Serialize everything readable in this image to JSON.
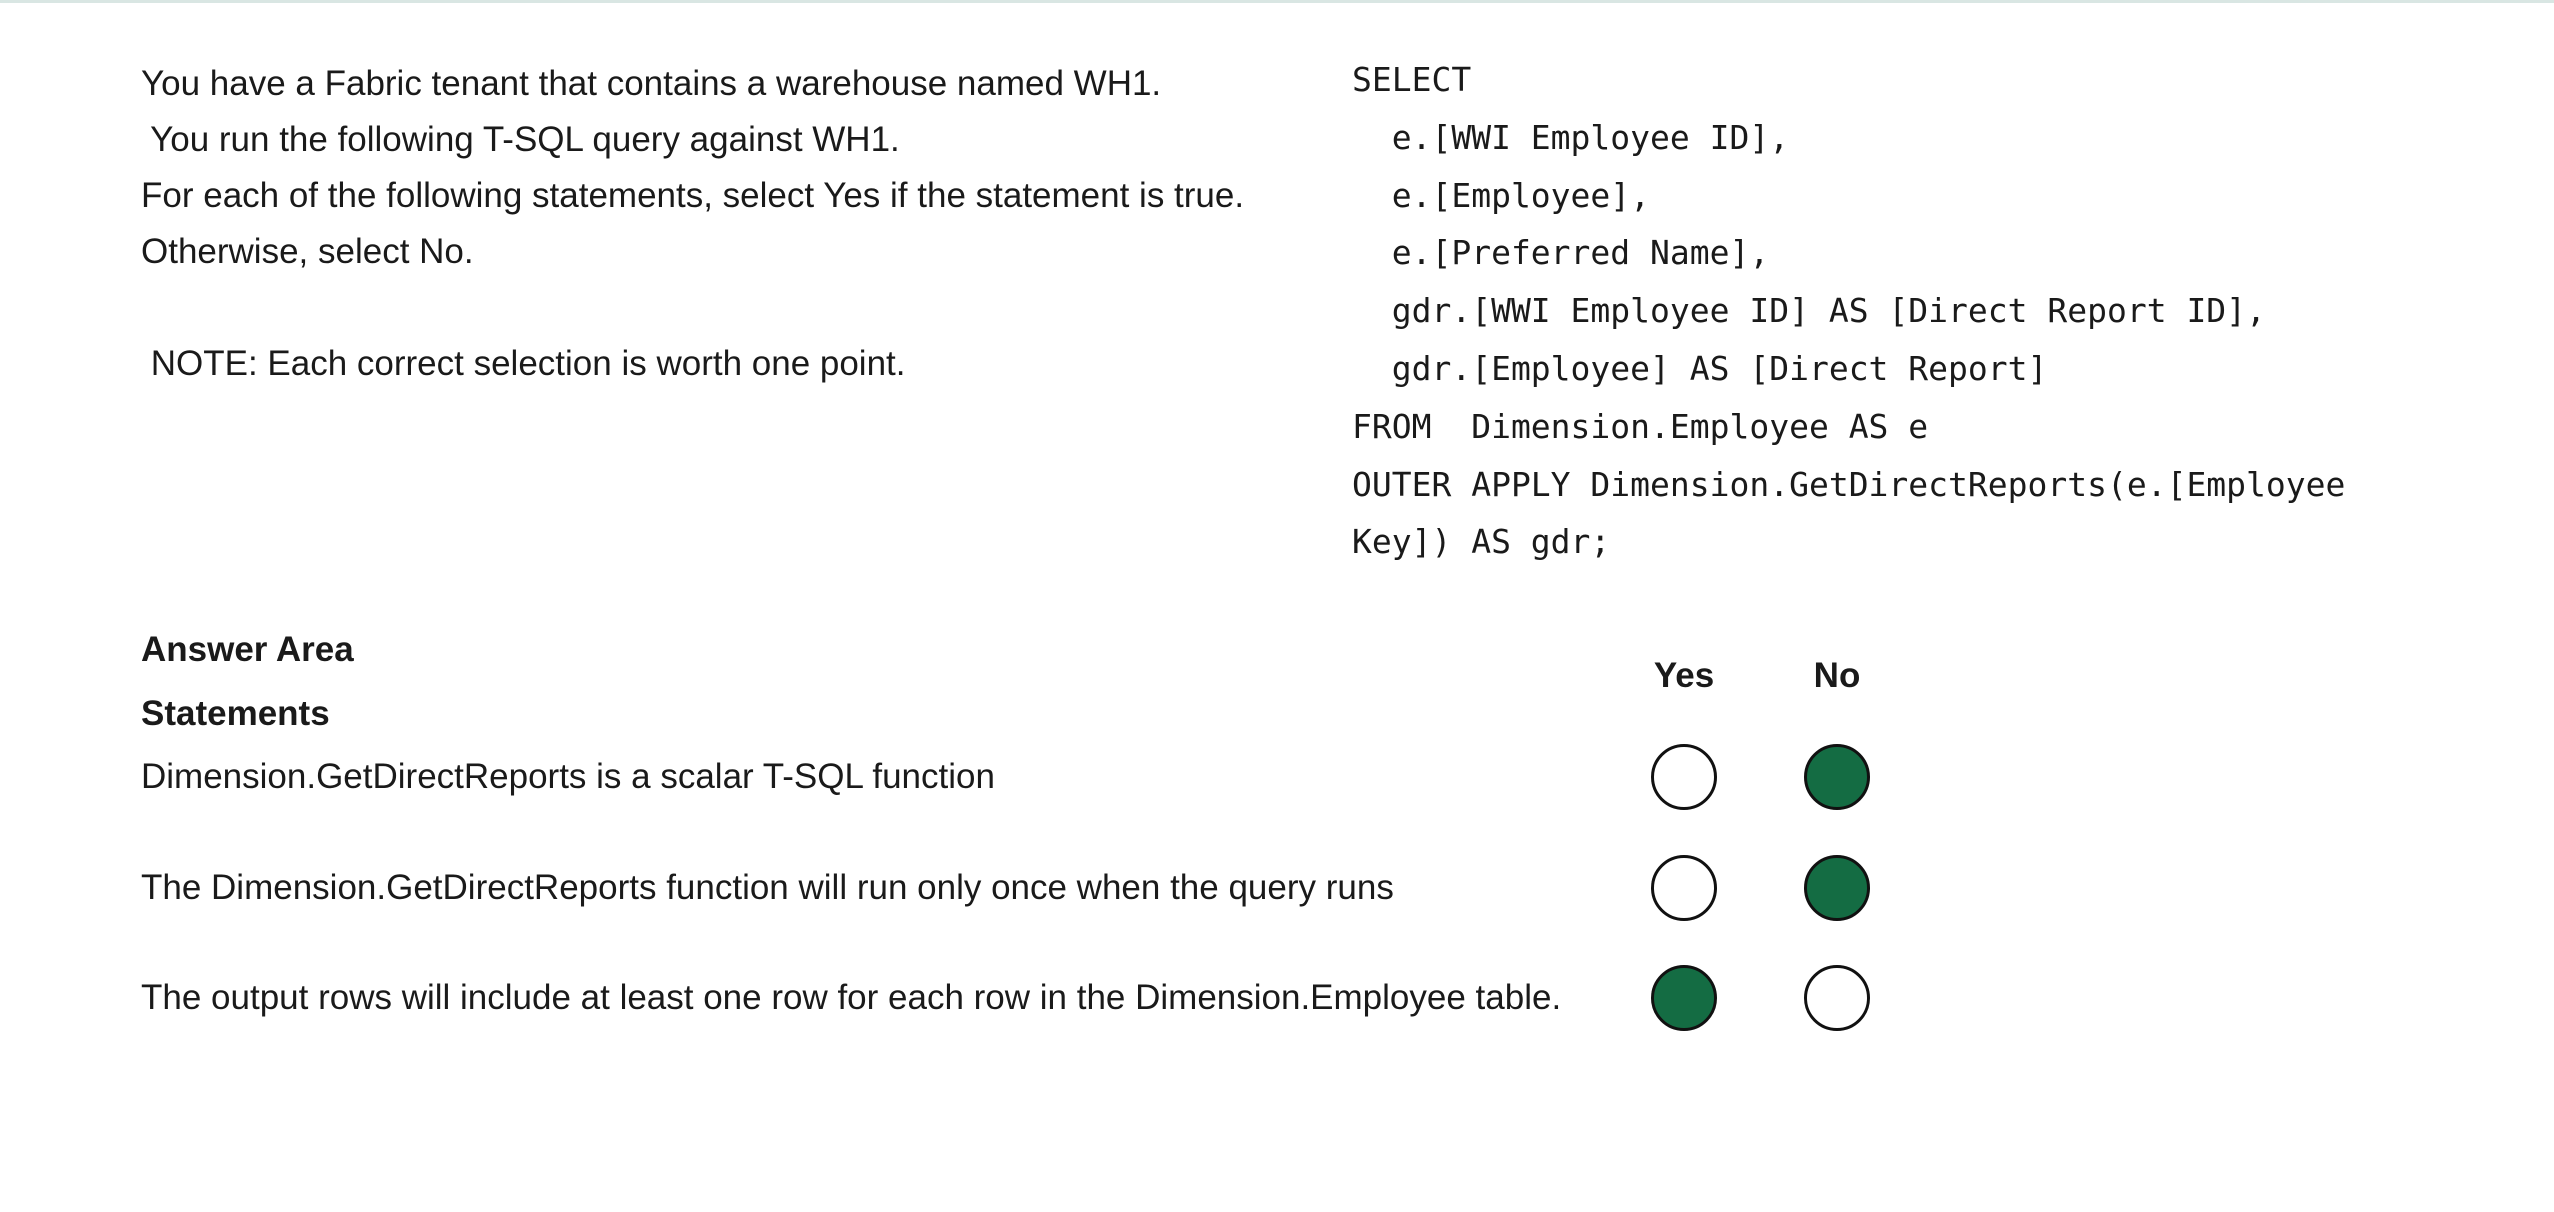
{
  "question": {
    "lines": [
      "You have a Fabric tenant that contains a warehouse named WH1.",
      " You run the following T-SQL query against WH1.",
      "For each of the following statements, select Yes if the statement is true.",
      "Otherwise, select No."
    ],
    "note": " NOTE: Each correct selection is worth one point."
  },
  "code": {
    "lines": [
      "SELECT",
      "  e.[WWI Employee ID],",
      "  e.[Employee],",
      "  e.[Preferred Name],",
      "  gdr.[WWI Employee ID] AS [Direct Report ID],",
      "  gdr.[Employee] AS [Direct Report]",
      "FROM  Dimension.Employee AS e",
      "OUTER APPLY Dimension.GetDirectReports(e.[Employee",
      "Key]) AS gdr;"
    ]
  },
  "answer_area": {
    "title": "Answer Area",
    "statements_heading": "Statements",
    "yes_label": "Yes",
    "no_label": "No",
    "accent_color": "#146c43",
    "statements": [
      {
        "text": "Dimension.GetDirectReports is a scalar T-SQL function",
        "selected": "No"
      },
      {
        "text": "The Dimension.GetDirectReports function will run only once when the query runs",
        "selected": "No"
      },
      {
        "text": "The output rows will include at least one row for each row in the Dimension.Employee table.",
        "selected": "Yes"
      }
    ]
  }
}
